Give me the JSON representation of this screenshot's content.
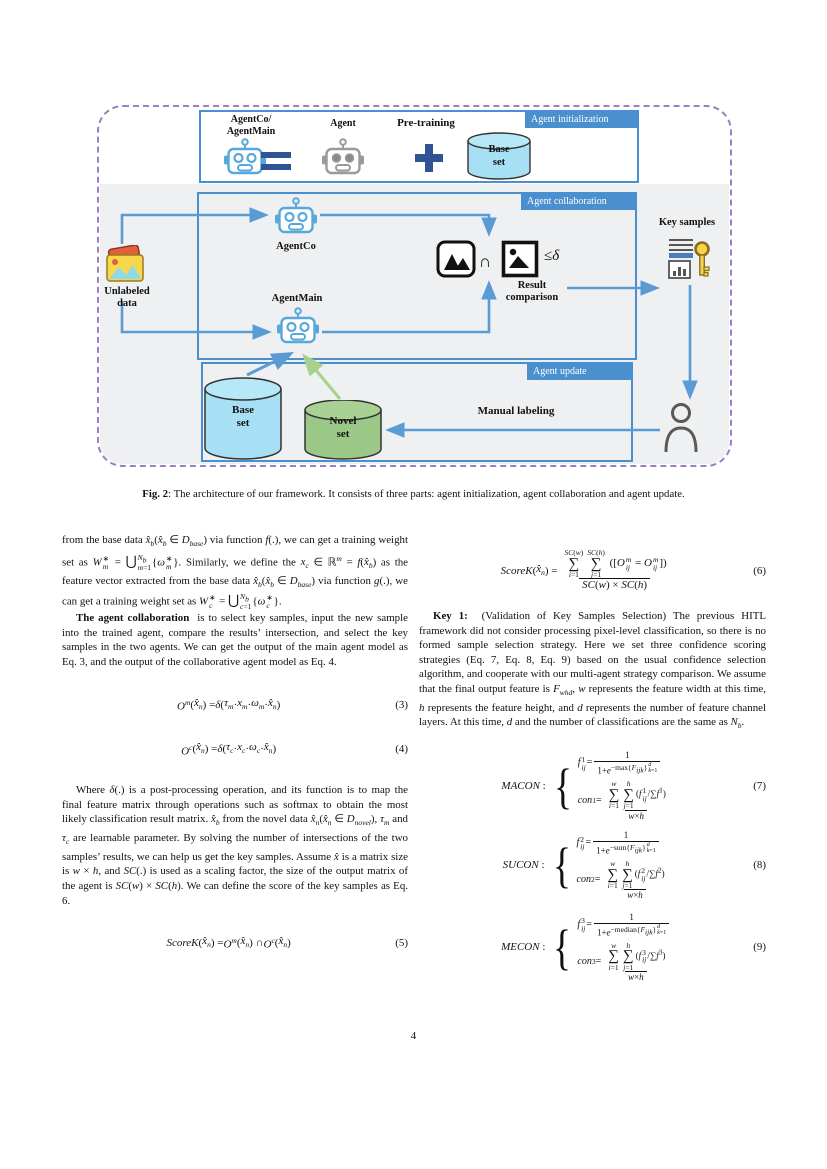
{
  "page": {
    "number": "4"
  },
  "figure": {
    "caption": {
      "prefix": "Fig. 2",
      "text": ": The architecture of our framework. It consists of three parts: agent initialization, agent collaboration and agent update."
    },
    "init": {
      "label": "Agent initialization",
      "agents_title_line1": "AgentCo/",
      "agents_title_line2": "AgentMain",
      "agent_title": "Agent",
      "pretraining": "Pre-training",
      "base_cyl_line1": "Base",
      "base_cyl_line2": "set"
    },
    "collab": {
      "label": "Agent collaboration",
      "agentco": "AgentCo",
      "agentmain": "AgentMain",
      "unlabeled_line1": "Unlabeled",
      "unlabeled_line2": "data",
      "intersect": "∩",
      "leq_delta": "≤δ",
      "result_line1": "Result",
      "result_line2": "comparison",
      "key_samples": "Key samples"
    },
    "update": {
      "label": "Agent update",
      "base_line1": "Base",
      "base_line2": "set",
      "novel_line1": "Novel",
      "novel_line2": "set",
      "manual": "Manual labeling"
    },
    "colors": {
      "accent_blue": "#4a90cf",
      "arrow_blue": "#5b9bd5",
      "dark_blue": "#2e5496",
      "cyan_fill": "#a7e0f5",
      "green_fill": "#9bc886",
      "green_arrow": "#a9d18e",
      "purple_dash": "#9b7ec4",
      "panel_gray": "#eff0f1"
    }
  },
  "left_col": {
    "p1_html": "from the base data <i>x̂<sub>b</sub></i>(<i>x̂<sub>b</sub></i> ∈ <i>D<sub>base</sub></i>) via function <i>f</i>(.), we can get a training weight set as <i>W</i><span class='ss'><span>∗</span><span><i>m</i></span></span> = <span class='cup'>⋃</span><span class='ss'><span><i>N<sub>b</sub></i></span><span><i>m</i>=1</span></span>{<i>ω</i><span class='ss'><span>∗</span><span><i>m</i></span></span>}. Similarly, we define the <i>x<sub>c</sub></i> ∈ ℝ<sup><i>m</i></sup> = <i>f</i>(<i>x̂<sub>b</sub></i>) as the feature vector extracted from the base data <i>x̂<sub>b</sub></i>(<i>x̂<sub>b</sub></i> ∈ <i>D<sub>base</sub></i>) via function <i>g</i>(.), we can get a training weight set as <i>W</i><span class='ss'><span>∗</span><span><i>c</i></span></span> = <span class='cup'>⋃</span><span class='ss'><span><i>N<sub>b</sub></i></span><span><i>c</i>=1</span></span>{<i>ω</i><span class='ss'><span>∗</span><span><i>c</i></span></span>}.",
    "p2_html": "<b>The agent collaboration</b>&nbsp; is to select key samples, input the new sample into the trained agent, compare the results’ intersection, and select the key samples in the two agents. We can get the output of the main agent model as Eq. 3, and the output of the collaborative agent model as Eq. 4.",
    "eq3_html": "<i>O<sup>m</sup></i>(<i>x̂<sub>n</sub></i>) = <i>δ</i>(<i>τ<sub>m</sub></i> · <i>x<sub>m</sub></i> · <i>ω<sub>m</sub></i> · <i>x̂<sub>n</sub></i>)",
    "eq3_num": "(3)",
    "eq4_html": "<i>O<sup>c</sup></i>(<i>x̂<sub>n</sub></i>) = <i>δ</i>(<i>τ<sub>c</sub></i> · <i>x<sub>c</sub></i> · <i>ω<sub>c</sub></i> · <i>x̂<sub>n</sub></i>)",
    "eq4_num": "(4)",
    "p3_html": "Where <i>δ</i>(.) is a post-processing operation, and its function is to map the final feature matrix through operations such as softmax to obtain the most likely classification result matrix. <i>x̂<sub>b</sub></i> from the novel data <i>x̂<sub>n</sub></i>(<i>x̂<sub>n</sub></i> ∈ <i>D<sub>novel</sub></i>), <i>τ<sub>m</sub></i> and <i>τ<sub>c</sub></i> are learnable parameter. By solving the number of intersections of the two samples’ results, we can help us get the key samples. Assume <i>x̂</i> is a matrix size is <i>w</i> × <i>h</i>, and <i>SC</i>(.) is used as a scaling factor, the size of the output matrix of the agent is <i>SC</i>(<i>w</i>) × <i>SC</i>(<i>h</i>). We can define the score of the key samples as Eq. 6.",
    "eq5_html": "<i>ScoreK</i>(<i>x̂<sub>n</sub></i>) = <i>O<sup>m</sup></i>(<i>x̂<sub>n</sub></i>) ∩ <i>O<sup>c</sup></i>(<i>x̂<sub>n</sub></i>)",
    "eq5_num": "(5)"
  },
  "right_col": {
    "eq6_html": "<i>ScoreK</i>(<i>x̂<sub>n</sub></i>) = <span class='frac'><span class='n'><span class='bop'><span class='l'><i>SC</i>(<i>w</i>)</span><span class='o'>∑</span><span class='l'><i>i</i>=1</span></span><span class='bop'><span class='l'><i>SC</i>(<i>h</i>)</span><span class='o'>∑</span><span class='l'><i>j</i>=1</span></span>&nbsp;([<i>O</i><span class='ss'><span><i>m</i></span><span><i>ij</i></span></span> = <i>O</i><span class='ss'><span><i>m</i></span><span><i>ij</i></span></span>])</span><span class='d'><i>SC</i>(<i>w</i>) × <i>SC</i>(<i>h</i>)</span></span>",
    "eq6_num": "(6)",
    "key1_html": "<b>Key 1:</b>&nbsp; (Validation of Key Samples Selection) The previous HITL framework did not consider processing pixel-level classification, so there is no formed sample selection strategy. Here we set three confidence scoring strategies (Eq. 7, Eq. 8, Eq. 9) based on the usual confidence selection algorithm, and cooperate with our multi-agent strategy comparison. We assume that the final output feature is <i>F<sub>whd</sub></i>, <i>w</i> represents the feature width at this time, <i>h</i> represents the feature height, and <i>d</i> represents the number of feature channel layers. At this time, <i>d</i> and the number of classifications are the same as <i>N<sub>b</sub></i>.",
    "eq7_html": "<span class='clabel'><i>MACON</i> :</span><span class='brace'>{</span><span class='crows'><span class='crow'><i>f</i><span class='ss'><span>1</span><span><i>ij</i></span></span> = <span class='frac'><span class='n'>1</span><span class='d'>1+<i>e</i><sup>−max{<i>F<sub>ijk</sub></i>}<span class='ss2'><span><i>d</i></span><span><i>k</i>=1</span></span></sup></span></span></span><span class='crow'><i>con</i><sub>1</sub> = <span class='frac'><span class='n'><span class='bop'><span class='l'><i>w</i></span><span class='o'>∑</span><span class='l'><i>i</i>=1</span></span><span class='bop'><span class='l'><i>h</i></span><span class='o'>∑</span><span class='l'><i>j</i>=1</span></span>(<i>f</i><span class='ss'><span>1</span><span><i>ij</i></span></span>/∑<i>f</i><sup>1</sup>)</span><span class='d'><i>w</i>×<i>h</i></span></span></span></span>",
    "eq7_num": "(7)",
    "eq8_html": "<span class='clabel'><i>SUCON</i> :</span><span class='brace'>{</span><span class='crows'><span class='crow'><i>f</i><span class='ss'><span>2</span><span><i>ij</i></span></span> = <span class='frac'><span class='n'>1</span><span class='d'>1+<i>e</i><sup>−sum{<i>F<sub>ijk</sub></i>}<span class='ss2'><span><i>d</i></span><span><i>k</i>=1</span></span></sup></span></span></span><span class='crow'><i>con</i><sub>2</sub> = <span class='frac'><span class='n'><span class='bop'><span class='l'><i>w</i></span><span class='o'>∑</span><span class='l'><i>i</i>=1</span></span><span class='bop'><span class='l'><i>h</i></span><span class='o'>∑</span><span class='l'><i>j</i>=1</span></span>(<i>f</i><span class='ss'><span>2</span><span><i>ij</i></span></span>/∑<i>f</i><sup>2</sup>)</span><span class='d'><i>w</i>×<i>h</i></span></span></span></span>",
    "eq8_num": "(8)",
    "eq9_html": "<span class='clabel'><i>MECON</i> :</span><span class='brace'>{</span><span class='crows'><span class='crow'><i>f</i><span class='ss'><span>3</span><span><i>ij</i></span></span> = <span class='frac'><span class='n'>1</span><span class='d'>1+<i>e</i><sup>−median{<i>F<sub>ijk</sub></i>}<span class='ss2'><span><i>d</i></span><span><i>k</i>=1</span></span></sup></span></span></span><span class='crow'><i>con</i><sub>3</sub> = <span class='frac'><span class='n'><span class='bop'><span class='l'><i>w</i></span><span class='o'>∑</span><span class='l'><i>i</i>=1</span></span><span class='bop'><span class='l'><i>h</i></span><span class='o'>∑</span><span class='l'><i>j</i>=1</span></span>(<i>f</i><span class='ss'><span>3</span><span><i>ij</i></span></span>/∑<i>f</i><sup>3</sup>)</span><span class='d'><i>w</i>×<i>h</i></span></span></span></span>",
    "eq9_num": "(9)"
  }
}
